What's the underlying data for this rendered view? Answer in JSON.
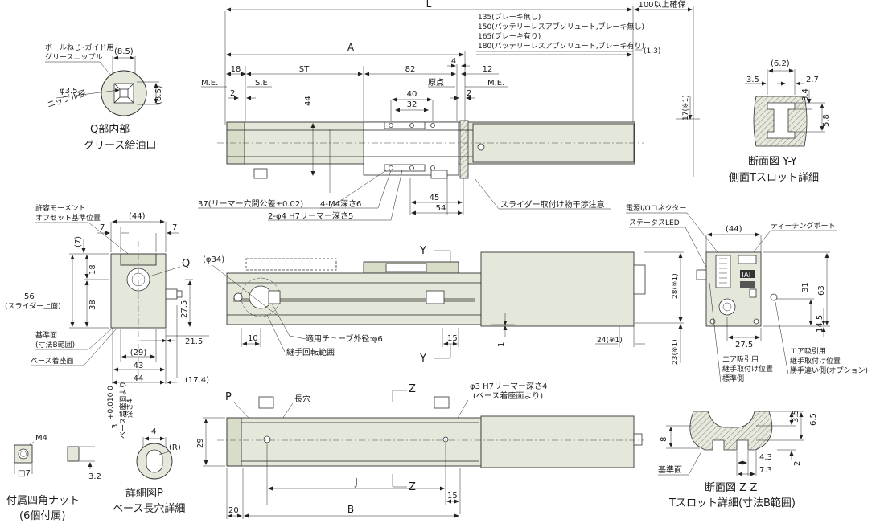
{
  "top_view": {
    "dim_L": "L",
    "dim_100": "100以上確保",
    "brake_notes": [
      "135(ブレーキ無し)",
      "150(バッテリーレスアブソリュート,ブレーキ無し)",
      "165(ブレーキ有り)",
      "180(バッテリーレスアブソリュート,ブレーキ有り)"
    ],
    "dim_1_3": "(1.3)",
    "dim_A": "A",
    "dim_18": "18",
    "dim_ST": "ST",
    "dim_82": "82",
    "dim_4": "4",
    "dim_12": "12",
    "me_left": "M.E.",
    "se": "S.E.",
    "genten": "原点",
    "me_right": "M.E.",
    "dim_2_left": "2",
    "dim_2_right": "2",
    "dim_40": "40",
    "dim_32": "32",
    "dim_44": "44",
    "dim_17": "17(※1)",
    "dim_45": "45",
    "dim_54": "54",
    "note_37": "37(リーマー穴間公差±0.02)",
    "note_m4": "4-M4深さ6",
    "note_phi4": "2-φ4 H7リーマー深さ5",
    "note_slider": "スライダー取付け物干渉注意"
  },
  "q_detail": {
    "label_grease": "ボールねじ･ガイド用",
    "label_nipple": "グリースニップル",
    "dim_8_5_h": "(8.5)",
    "dim_8_5_v": "(8.5)",
    "dim_phi3_5": "φ3.5",
    "label_nipple_dia": "ニップル径",
    "title_1": "Q部内部",
    "title_2": "グリース給油口"
  },
  "yy_section": {
    "dim_6_2": "(6.2)",
    "dim_3_5": "3.5",
    "dim_2_7": "2.7",
    "dim_3_4": "3.4",
    "dim_5_8": "5.8",
    "title_1": "断面図 Y-Y",
    "title_2": "側面Tスロット詳細"
  },
  "end_view": {
    "label_moment": "許容モーメント",
    "label_offset": "オフセット基準位置",
    "dim_44_top": "(44)",
    "dim_7_left": "7",
    "dim_7_right": "7",
    "dim_7_v": "(7)",
    "dim_18": "18",
    "dim_56": "56",
    "dim_56_note": "(スライダー上面)",
    "dim_38": "38",
    "dim_27_5": "27.5",
    "dim_21_5": "21.5",
    "dim_29": "(29)",
    "dim_43": "43",
    "dim_44_bot": "44",
    "dim_17_4": "(17.4)",
    "label_q": "Q",
    "label_ref_1": "基準面",
    "label_ref_2": "(寸法B範囲)",
    "label_base": "ベース着座面"
  },
  "side_view": {
    "dim_phi34": "(φ34)",
    "dim_10": "10",
    "dim_15": "15",
    "dim_1": "1",
    "label_y": "Y",
    "label_tube": "適用チューブ外径:φ6",
    "label_joint": "継手回転範囲",
    "dim_28": "28(※1)",
    "dim_24": "24(※1)",
    "dim_23": "23(※1)"
  },
  "rear_view": {
    "label_power": "電源I/Oコネクター",
    "label_status": "ステータスLED",
    "label_teach": "ティーチングポート",
    "dim_44": "(44)",
    "dim_63": "63",
    "dim_31": "31",
    "dim_27_5": "27.5",
    "dim_14_5": "14.5",
    "label_air_std_1": "エア吸引用",
    "label_air_std_2": "継手取付け位置",
    "label_air_std_3": "標準側",
    "label_air_opt_1": "エア吸引用",
    "label_air_opt_2": "継手取付け位置",
    "label_air_opt_3": "勝手違い側(オプション)",
    "badge": "IAI"
  },
  "bottom_view": {
    "label_z": "Z",
    "label_p": "P",
    "label_slot": "長穴",
    "note_phi3_1": "φ3 H7リーマー深さ4",
    "note_phi3_2": "(ベース着座面より)",
    "dim_29": "29",
    "dim_J": "J",
    "dim_15": "15",
    "dim_B": "B",
    "dim_20": "20"
  },
  "nut_detail": {
    "label_m4": "M4",
    "dim_7": "□7",
    "dim_3_2": "3.2",
    "title_1": "付属四角ナット",
    "title_2": "(6個付属)"
  },
  "p_detail": {
    "dim_3_tol": "3",
    "tol": "+0.010 0",
    "note": "ベース着座面より",
    "note2": "深さ4",
    "dim_4": "4",
    "dim_r": "(R)",
    "title_1": "詳細図P",
    "title_2": "ベース長穴詳細"
  },
  "zz_section": {
    "dim_3_5": "3.5",
    "dim_6_5": "6.5",
    "dim_8": "8",
    "dim_4_3": "4.3",
    "dim_7_3": "7.3",
    "dim_2": "2",
    "label_ref": "基準面",
    "title_1": "断面図 Z-Z",
    "title_2": "Tスロット詳細(寸法B範囲)"
  }
}
